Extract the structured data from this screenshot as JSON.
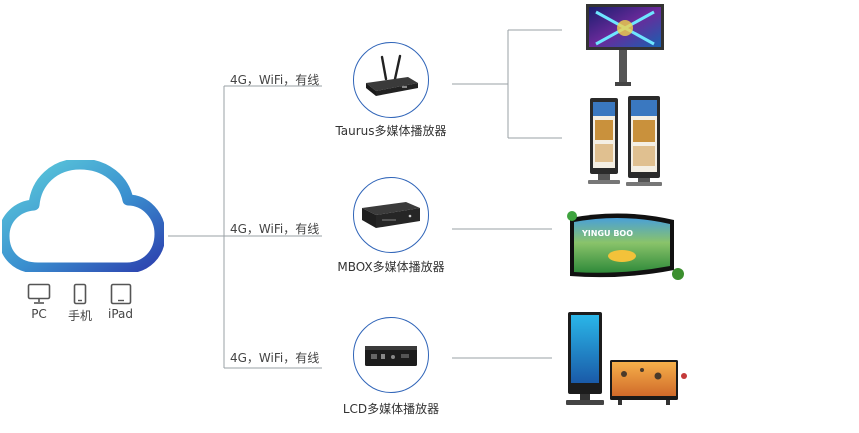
{
  "cloud": {
    "devices": [
      {
        "label": "PC",
        "icon": "monitor-icon"
      },
      {
        "label": "手机",
        "icon": "phone-icon"
      },
      {
        "label": "iPad",
        "icon": "tablet-icon"
      }
    ],
    "gradient_start": "#57c8d8",
    "gradient_end": "#3050b8"
  },
  "connections": [
    {
      "label": "4G，WiFi，有线"
    },
    {
      "label": "4G，WiFi，有线"
    },
    {
      "label": "4G，WiFi，有线"
    }
  ],
  "players": [
    {
      "label": "Taurus多媒体播放器",
      "icon": "router-antenna-icon"
    },
    {
      "label": "MBOX多媒体播放器",
      "icon": "rack-box-icon"
    },
    {
      "label": "LCD多媒体播放器",
      "icon": "compact-box-icon"
    }
  ],
  "screens": {
    "billboard": {
      "icon": "billboard-icon"
    },
    "kiosks": {
      "icon": "kiosk-icon"
    },
    "curved_tv": {
      "text": "YINGU BOO"
    },
    "lcd_kiosk": {
      "icon": "lcd-kiosk-icon"
    },
    "lcd_tv": {
      "icon": "tv-icon"
    }
  },
  "colors": {
    "line": "#9aa0a6",
    "circle_border": "#2f64b8"
  }
}
